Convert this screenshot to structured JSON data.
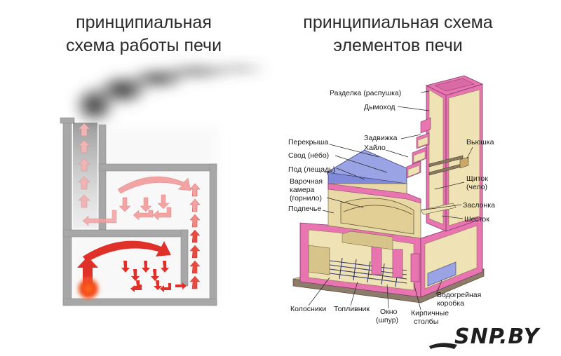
{
  "left_title": [
    "принципиальная",
    "схема работы печи"
  ],
  "right_title": [
    "принципиальная схема",
    "элементов печи"
  ],
  "labels": {
    "razdelka": "Разделка (распушка)",
    "dymohod": "Дымоход",
    "zadvizhka": "Задвижка",
    "hailo": "Хайло",
    "vyushka": "Вьюшка",
    "perekrysha": "Перекрыша",
    "svod": "Свод (нёбо)",
    "pod": "Под (лещадь)",
    "varochnaya_1": "Варочная",
    "varochnaya_2": "камера",
    "varochnaya_3": "(горнило)",
    "shchitok_1": "Щиток",
    "shchitok_2": "(чело)",
    "zaslonka": "Заслонка",
    "podpeche": "Подпечье",
    "shestok": "Шесток",
    "vodogreynaya_1": "Водогрейная",
    "vodogreynaya_2": "коробка",
    "kolosniki": "Колосники",
    "toplivnik": "Топливник",
    "okno_1": "Окно",
    "okno_2": "(шпур)",
    "kirpichnye_1": "Кирпичные",
    "kirpichnye_2": "столбы"
  },
  "watermark": "SNP.BY",
  "colors": {
    "wall": "#9a9a9a",
    "arrow_red": "#e03a30",
    "arrow_pink": "#f2a3a3",
    "brick_pink": "#e06aa6",
    "brick_blue": "#7a86d6",
    "clay": "#efe2b4"
  }
}
